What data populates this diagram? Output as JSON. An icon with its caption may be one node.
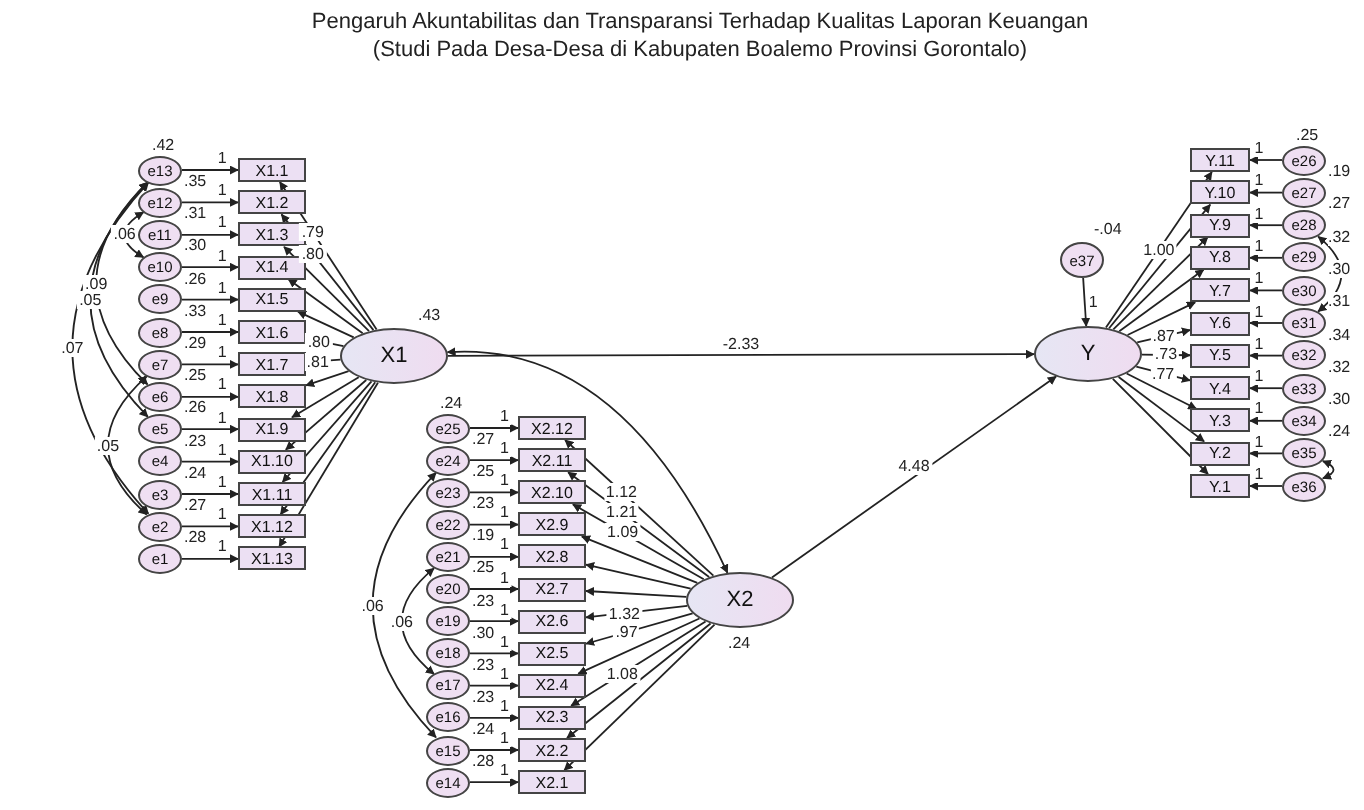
{
  "diagram": {
    "title": "Pengaruh Akuntabilitas dan Transparansi Terhadap Kualitas Laporan Keuangan (Studi Pada Desa-Desa di Kabupaten Boalemo Provinsi Gorontalo)",
    "nodes": [
      {
        "text": [
          "X1"
        ],
        "beside": [
          ".43"
        ]
      },
      {
        "text": [
          "X2"
        ],
        "beside": [
          ".24"
        ]
      },
      {
        "text": [
          "Y"
        ]
      },
      {
        "text": [
          "e37"
        ],
        "beside": [
          "-.04"
        ]
      },
      {
        "text": [
          "X1.1"
        ]
      },
      {
        "text": [
          "X1.2"
        ]
      },
      {
        "text": [
          "X1.3"
        ]
      },
      {
        "text": [
          "X1.4"
        ]
      },
      {
        "text": [
          "X1.5"
        ]
      },
      {
        "text": [
          "X1.6"
        ]
      },
      {
        "text": [
          "X1.7"
        ]
      },
      {
        "text": [
          "X1.8"
        ]
      },
      {
        "text": [
          "X1.9"
        ]
      },
      {
        "text": [
          "X1.10"
        ]
      },
      {
        "text": [
          "X1.11"
        ]
      },
      {
        "text": [
          "X1.12"
        ]
      },
      {
        "text": [
          "X1.13"
        ]
      },
      {
        "text": [
          "e13"
        ],
        "beside": [
          ".42",
          ".35"
        ]
      },
      {
        "text": [
          "e12"
        ],
        "beside": [
          ".31"
        ]
      },
      {
        "text": [
          "e11"
        ],
        "beside": [
          ".30"
        ]
      },
      {
        "text": [
          "e10"
        ],
        "beside": [
          ".26"
        ]
      },
      {
        "text": [
          "e9"
        ],
        "beside": [
          ".33"
        ]
      },
      {
        "text": [
          "e8"
        ],
        "beside": [
          ".29"
        ]
      },
      {
        "text": [
          "e7"
        ],
        "beside": [
          ".25"
        ]
      },
      {
        "text": [
          "e6"
        ],
        "beside": [
          ".26"
        ]
      },
      {
        "text": [
          "e5"
        ],
        "beside": [
          ".23"
        ]
      },
      {
        "text": [
          "e4"
        ],
        "beside": [
          ".24"
        ]
      },
      {
        "text": [
          "e3"
        ],
        "beside": [
          ".27"
        ]
      },
      {
        "text": [
          "e2"
        ],
        "beside": [
          ".28"
        ]
      },
      {
        "text": [
          "e1"
        ]
      },
      {
        "text": [
          "X2.12"
        ]
      },
      {
        "text": [
          "X2.11"
        ]
      },
      {
        "text": [
          "X2.10"
        ]
      },
      {
        "text": [
          "X2.9"
        ]
      },
      {
        "text": [
          "X2.8"
        ]
      },
      {
        "text": [
          "X2.7"
        ]
      },
      {
        "text": [
          "X2.6"
        ]
      },
      {
        "text": [
          "X2.5"
        ]
      },
      {
        "text": [
          "X2.4"
        ]
      },
      {
        "text": [
          "X2.3"
        ]
      },
      {
        "text": [
          "X2.2"
        ]
      },
      {
        "text": [
          "X2.1"
        ]
      },
      {
        "text": [
          "e25"
        ],
        "beside": [
          ".24",
          ".27"
        ]
      },
      {
        "text": [
          "e24"
        ],
        "beside": [
          ".25"
        ]
      },
      {
        "text": [
          "e23"
        ],
        "beside": [
          ".23"
        ]
      },
      {
        "text": [
          "e22"
        ],
        "beside": [
          ".19"
        ]
      },
      {
        "text": [
          "e21"
        ],
        "beside": [
          ".25"
        ]
      },
      {
        "text": [
          "e20"
        ],
        "beside": [
          ".23"
        ]
      },
      {
        "text": [
          "e19"
        ],
        "beside": [
          ".30"
        ]
      },
      {
        "text": [
          "e18"
        ],
        "beside": [
          ".23"
        ]
      },
      {
        "text": [
          "e17"
        ],
        "beside": [
          ".23"
        ]
      },
      {
        "text": [
          "e16"
        ],
        "beside": [
          ".24"
        ]
      },
      {
        "text": [
          "e15"
        ],
        "beside": [
          ".28"
        ]
      },
      {
        "text": [
          "e14"
        ]
      },
      {
        "text": [
          "Y.11"
        ]
      },
      {
        "text": [
          "Y.10"
        ]
      },
      {
        "text": [
          "Y.9"
        ]
      },
      {
        "text": [
          "Y.8"
        ]
      },
      {
        "text": [
          "Y.7"
        ]
      },
      {
        "text": [
          "Y.6"
        ]
      },
      {
        "text": [
          "Y.5"
        ]
      },
      {
        "text": [
          "Y.4"
        ]
      },
      {
        "text": [
          "Y.3"
        ]
      },
      {
        "text": [
          "Y.2"
        ]
      },
      {
        "text": [
          "Y.1"
        ]
      },
      {
        "text": [
          "e26"
        ],
        "beside": [
          ".25",
          ".19"
        ]
      },
      {
        "text": [
          "e27"
        ],
        "beside": [
          ".27"
        ]
      },
      {
        "text": [
          "e28"
        ],
        "beside": [
          ".32"
        ]
      },
      {
        "text": [
          "e29"
        ],
        "beside": [
          ".30"
        ]
      },
      {
        "text": [
          "e30"
        ],
        "beside": [
          ".31"
        ]
      },
      {
        "text": [
          "e31"
        ],
        "beside": [
          ".34"
        ]
      },
      {
        "text": [
          "e32"
        ],
        "beside": [
          ".32"
        ]
      },
      {
        "text": [
          "e33"
        ],
        "beside": [
          ".30"
        ]
      },
      {
        "text": [
          "e34"
        ],
        "beside": [
          ".24"
        ]
      },
      {
        "text": [
          "e35"
        ]
      },
      {
        "text": [
          "e36"
        ]
      }
    ],
    "edges": [
      {
        "from": 0,
        "to": 2,
        "arrow": "to",
        "label": "-2.33"
      },
      {
        "from": 1,
        "to": 2,
        "arrow": "to",
        "label": "4.48"
      },
      {
        "from": 3,
        "to": 2,
        "arrow": "to",
        "label": "1"
      },
      {
        "from": 1,
        "to": 0,
        "arrow": "both"
      },
      {
        "from": 0,
        "to": 4,
        "arrow": "to",
        "label": ".79"
      },
      {
        "from": 0,
        "to": 5,
        "arrow": "to",
        "label": ".80"
      },
      {
        "from": 0,
        "to": 6,
        "arrow": "to"
      },
      {
        "from": 0,
        "to": 7,
        "arrow": "to"
      },
      {
        "from": 0,
        "to": 8,
        "arrow": "to"
      },
      {
        "from": 0,
        "to": 9,
        "arrow": "to",
        "label": ".80"
      },
      {
        "from": 0,
        "to": 10,
        "arrow": "to",
        "label": ".81"
      },
      {
        "from": 0,
        "to": 11,
        "arrow": "to"
      },
      {
        "from": 0,
        "to": 12,
        "arrow": "to"
      },
      {
        "from": 0,
        "to": 13,
        "arrow": "to"
      },
      {
        "from": 0,
        "to": 14,
        "arrow": "to"
      },
      {
        "from": 0,
        "to": 15,
        "arrow": "to"
      },
      {
        "from": 0,
        "to": 16,
        "arrow": "to"
      },
      {
        "from": 17,
        "to": 4,
        "arrow": "to",
        "label": "1"
      },
      {
        "from": 18,
        "to": 5,
        "arrow": "to",
        "label": "1"
      },
      {
        "from": 19,
        "to": 6,
        "arrow": "to",
        "label": "1"
      },
      {
        "from": 20,
        "to": 7,
        "arrow": "to",
        "label": "1"
      },
      {
        "from": 21,
        "to": 8,
        "arrow": "to",
        "label": "1"
      },
      {
        "from": 22,
        "to": 9,
        "arrow": "to",
        "label": "1"
      },
      {
        "from": 23,
        "to": 10,
        "arrow": "to",
        "label": "1"
      },
      {
        "from": 24,
        "to": 11,
        "arrow": "to",
        "label": "1"
      },
      {
        "from": 25,
        "to": 12,
        "arrow": "to",
        "label": "1"
      },
      {
        "from": 26,
        "to": 13,
        "arrow": "to",
        "label": "1"
      },
      {
        "from": 27,
        "to": 14,
        "arrow": "to",
        "label": "1"
      },
      {
        "from": 28,
        "to": 15,
        "arrow": "to",
        "label": "1"
      },
      {
        "from": 29,
        "to": 16,
        "arrow": "to",
        "label": "1"
      },
      {
        "from": 1,
        "to": 30,
        "arrow": "to",
        "label": "1.12"
      },
      {
        "from": 1,
        "to": 31,
        "arrow": "to",
        "label": "1.21"
      },
      {
        "from": 1,
        "to": 32,
        "arrow": "to",
        "label": "1.09"
      },
      {
        "from": 1,
        "to": 33,
        "arrow": "to"
      },
      {
        "from": 1,
        "to": 34,
        "arrow": "to"
      },
      {
        "from": 1,
        "to": 35,
        "arrow": "to"
      },
      {
        "from": 1,
        "to": 36,
        "arrow": "to",
        "label": "1.32"
      },
      {
        "from": 1,
        "to": 37,
        "arrow": "to",
        "label": ".97"
      },
      {
        "from": 1,
        "to": 38,
        "arrow": "to"
      },
      {
        "from": 1,
        "to": 39,
        "arrow": "to",
        "label": "1.08"
      },
      {
        "from": 1,
        "to": 40,
        "arrow": "to"
      },
      {
        "from": 1,
        "to": 41,
        "arrow": "to"
      },
      {
        "from": 42,
        "to": 30,
        "arrow": "to",
        "label": "1"
      },
      {
        "from": 43,
        "to": 31,
        "arrow": "to",
        "label": "1"
      },
      {
        "from": 44,
        "to": 32,
        "arrow": "to",
        "label": "1"
      },
      {
        "from": 45,
        "to": 33,
        "arrow": "to",
        "label": "1"
      },
      {
        "from": 46,
        "to": 34,
        "arrow": "to",
        "label": "1"
      },
      {
        "from": 47,
        "to": 35,
        "arrow": "to",
        "label": "1"
      },
      {
        "from": 48,
        "to": 36,
        "arrow": "to",
        "label": "1"
      },
      {
        "from": 49,
        "to": 37,
        "arrow": "to",
        "label": "1"
      },
      {
        "from": 50,
        "to": 38,
        "arrow": "to",
        "label": "1"
      },
      {
        "from": 51,
        "to": 39,
        "arrow": "to",
        "label": "1"
      },
      {
        "from": 52,
        "to": 40,
        "arrow": "to",
        "label": "1"
      },
      {
        "from": 53,
        "to": 41,
        "arrow": "to",
        "label": "1"
      },
      {
        "from": 2,
        "to": 54,
        "arrow": "to",
        "label": "1.00"
      },
      {
        "from": 2,
        "to": 55,
        "arrow": "to"
      },
      {
        "from": 2,
        "to": 56,
        "arrow": "to"
      },
      {
        "from": 2,
        "to": 57,
        "arrow": "to"
      },
      {
        "from": 2,
        "to": 58,
        "arrow": "to"
      },
      {
        "from": 2,
        "to": 59,
        "arrow": "to",
        "label": ".87"
      },
      {
        "from": 2,
        "to": 60,
        "arrow": "to",
        "label": ".73"
      },
      {
        "from": 2,
        "to": 61,
        "arrow": "to",
        "label": ".77"
      },
      {
        "from": 2,
        "to": 62,
        "arrow": "to"
      },
      {
        "from": 2,
        "to": 63,
        "arrow": "to"
      },
      {
        "from": 2,
        "to": 64,
        "arrow": "to"
      },
      {
        "from": 65,
        "to": 54,
        "arrow": "to",
        "label": "1"
      },
      {
        "from": 66,
        "to": 55,
        "arrow": "to",
        "label": "1"
      },
      {
        "from": 67,
        "to": 56,
        "arrow": "to",
        "label": "1"
      },
      {
        "from": 68,
        "to": 57,
        "arrow": "to",
        "label": "1"
      },
      {
        "from": 69,
        "to": 58,
        "arrow": "to",
        "label": "1"
      },
      {
        "from": 70,
        "to": 59,
        "arrow": "to",
        "label": "1"
      },
      {
        "from": 71,
        "to": 60,
        "arrow": "to",
        "label": "1"
      },
      {
        "from": 72,
        "to": 61,
        "arrow": "to",
        "label": "1"
      },
      {
        "from": 73,
        "to": 62,
        "arrow": "to",
        "label": "1"
      },
      {
        "from": 74,
        "to": 63,
        "arrow": "to",
        "label": "1"
      },
      {
        "from": 75,
        "to": 64,
        "arrow": "to",
        "label": "1"
      },
      {
        "from": 17,
        "to": 28,
        "arrow": "both",
        "label": ".07"
      },
      {
        "from": 17,
        "to": 25,
        "arrow": "both",
        "label": ".05"
      },
      {
        "from": 17,
        "to": 24,
        "arrow": "both",
        "label": ".09"
      },
      {
        "from": 18,
        "to": 20,
        "arrow": "both",
        "label": ".06"
      },
      {
        "from": 23,
        "to": 28,
        "arrow": "both",
        "label": ".05"
      },
      {
        "from": 43,
        "to": 52,
        "arrow": "both",
        "label": ".06"
      },
      {
        "from": 46,
        "to": 50,
        "arrow": "both",
        "label": ".06"
      },
      {
        "from": 67,
        "to": 70,
        "arrow": "both"
      },
      {
        "from": 74,
        "to": 75,
        "arrow": "both"
      }
    ]
  }
}
